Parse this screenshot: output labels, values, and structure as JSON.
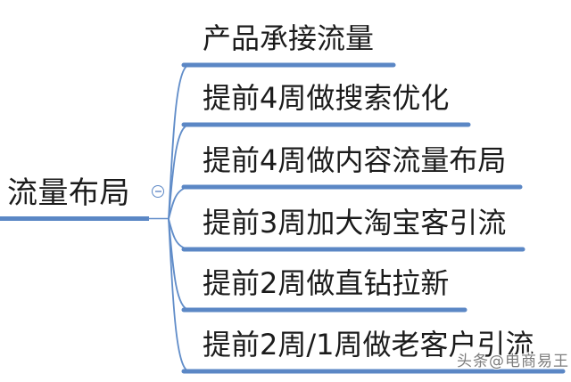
{
  "root": {
    "label": "流量布局"
  },
  "collapse_button": {
    "state": "expanded",
    "symbol": "−"
  },
  "branches": [
    {
      "label": "产品承接流量"
    },
    {
      "label": "提前4周做搜索优化"
    },
    {
      "label": "提前4周做内容流量布局"
    },
    {
      "label": "提前3周加大淘宝客引流"
    },
    {
      "label": "提前2周做直钻拉新"
    },
    {
      "label": "提前2周/1周做老客户引流"
    }
  ],
  "watermark": {
    "text": "头条@电商易王"
  },
  "colors": {
    "line_blue": "#5b87c5",
    "curve_blue": "#618dc9",
    "text": "#1b1b1b",
    "watermark_gray": "#7d7d7d",
    "background": "#ffffff"
  }
}
